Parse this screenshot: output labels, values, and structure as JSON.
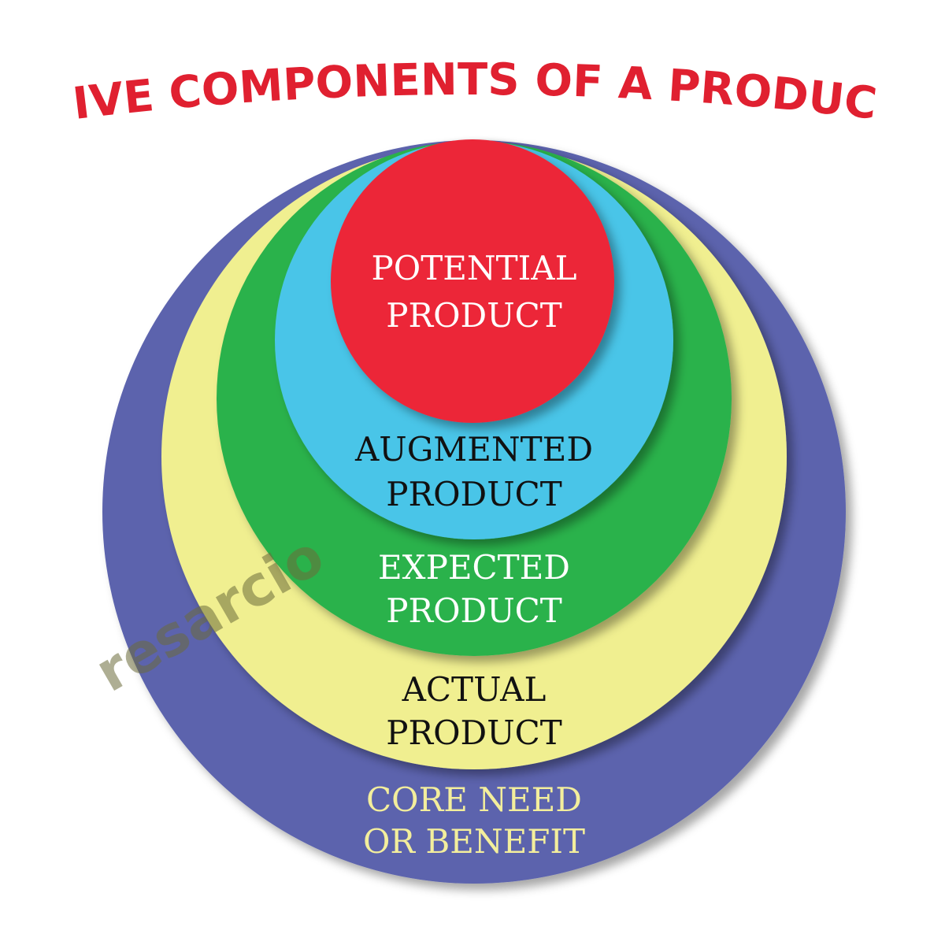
{
  "title": "FIVE COMPONENTS OF A PRODUCT",
  "watermark": "resarcio",
  "colors": {
    "title": "#e02030",
    "core": "#5b63ad",
    "actual": "#f0ef90",
    "expected": "#2bb24c",
    "augmented": "#4ac5e8",
    "potential": "#ec2639"
  },
  "layers": [
    {
      "id": "core",
      "lines": [
        "CORE NEED",
        "OR BENEFIT"
      ],
      "text_color": "#f3ee9c"
    },
    {
      "id": "actual",
      "lines": [
        "ACTUAL",
        "PRODUCT"
      ],
      "text_color": "#111111"
    },
    {
      "id": "expected",
      "lines": [
        "EXPECTED",
        "PRODUCT"
      ],
      "text_color": "#ffffff"
    },
    {
      "id": "augmented",
      "lines": [
        "AUGMENTED",
        "PRODUCT"
      ],
      "text_color": "#111111"
    },
    {
      "id": "potential",
      "lines": [
        "POTENTIAL",
        "PRODUCT"
      ],
      "text_color": "#ffffff"
    }
  ]
}
